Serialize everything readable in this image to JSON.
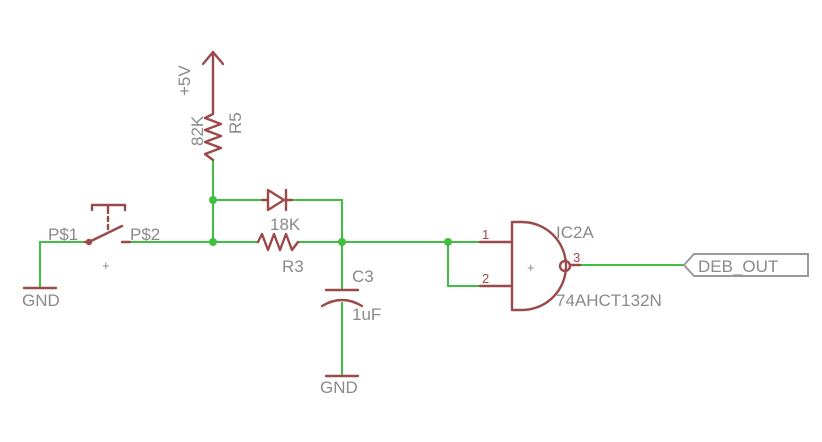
{
  "supply": {
    "label": "+5V"
  },
  "resistors": {
    "r5": {
      "name": "R5",
      "value": "82K"
    },
    "r3": {
      "name": "R3",
      "value": "18K"
    }
  },
  "capacitor": {
    "name": "C3",
    "value": "1uF"
  },
  "switch": {
    "pin1": "P$1",
    "pin2": "P$2",
    "mark": "+"
  },
  "grounds": {
    "left": "GND",
    "bottom": "GND"
  },
  "gate": {
    "name": "IC2A",
    "part": "74AHCT132N",
    "pin_in1": "1",
    "pin_in2": "2",
    "pin_out": "3",
    "mark": "+"
  },
  "output": {
    "label": "DEB_OUT"
  },
  "colors": {
    "wire": "#3fbf3f",
    "symbol": "#9a4a4a",
    "label": "#8a8a8a"
  }
}
